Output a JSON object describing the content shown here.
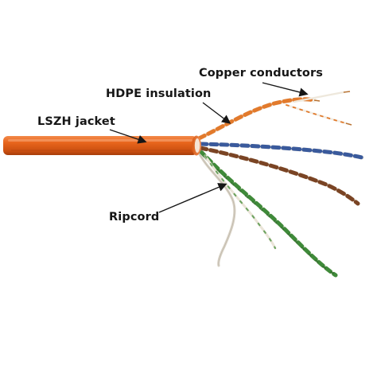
{
  "labels": {
    "copper": "Copper conductors",
    "hdpe": "HDPE insulation",
    "lszh": "LSZH jacket",
    "ripcord": "Ripcord"
  },
  "colors": {
    "jacket": "#e8651c",
    "orange_pair": "#e27a2c",
    "blue_pair": "#3a5a9c",
    "brown_pair": "#7a4424",
    "green_pair": "#3f8a3a",
    "white_insulation": "#f2eee6",
    "ripcord": "#d9d3c7",
    "copper": "#b87333",
    "text": "#161616"
  }
}
